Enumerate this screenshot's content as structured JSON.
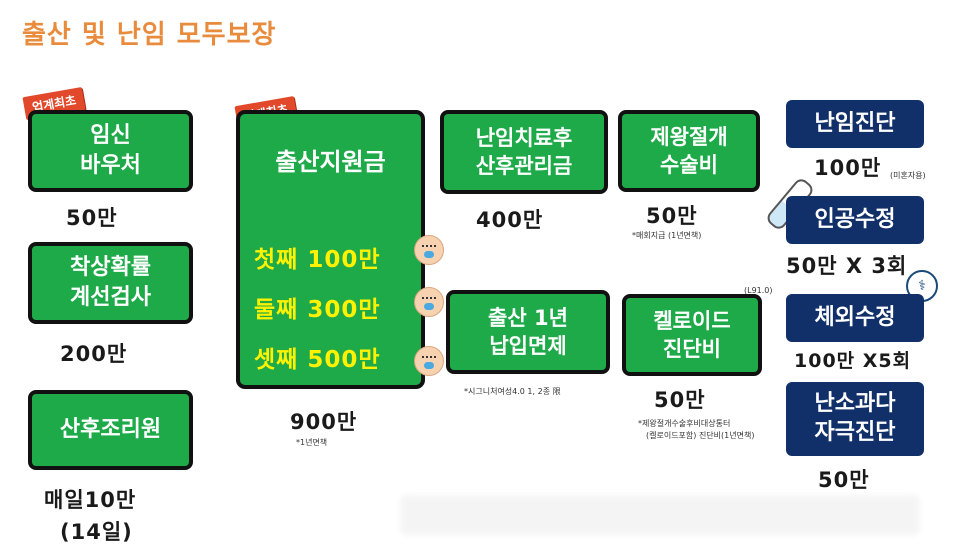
{
  "title": "출산 및 난임 모두보장",
  "badge": "업계최초",
  "col1": {
    "b1": {
      "l1": "임신",
      "l2": "바우처",
      "amt": "50만"
    },
    "b2": {
      "l1": "착상확률",
      "l2": "계선검사",
      "amt": "200만"
    },
    "b3": {
      "l1": "산후조리원",
      "amt1": "매일10만",
      "amt2": "(14일)"
    }
  },
  "big": {
    "title": "출산지원금",
    "first": "첫째 100만",
    "second": "둘째 300만",
    "third": "셋째 500만",
    "amt": "900만",
    "note": "*1년면책"
  },
  "col3": {
    "b1": {
      "l1": "난임치료후",
      "l2": "산후관리금",
      "amt": "400만"
    },
    "b2": {
      "l1": "출산 1년",
      "l2": "납입면제",
      "note": "*시그니처여성4.0 1, 2종 限"
    }
  },
  "col4": {
    "b1": {
      "l1": "제왕절개",
      "l2": "수술비",
      "amt": "50만",
      "note": "*매회지급 (1년면책)"
    },
    "b2": {
      "l1": "켈로이드",
      "l2": "진단비",
      "code": "(L91.0)",
      "amt": "50만",
      "note1": "*제왕절개수술후비대상통터",
      "note2": "(켈로이드포함) 진단비(1년면책)"
    }
  },
  "col5": {
    "b1": {
      "label": "난임진단",
      "amt": "100만",
      "small": "(미혼자용)"
    },
    "b2": {
      "label": "인공수정",
      "amt": "50만 X 3회"
    },
    "b3": {
      "label": "체외수정",
      "amt": "100만 X5회"
    },
    "b4": {
      "l1": "난소과다",
      "l2": "자극진단",
      "amt": "50만"
    }
  },
  "colors": {
    "green": "#1faa4a",
    "navy": "#11306a",
    "badge": "#e2492b",
    "yellow": "#fff200",
    "title": "#e98b3c"
  },
  "icons": [
    "baby-icon",
    "test-tube-icon",
    "microscope-icon"
  ]
}
